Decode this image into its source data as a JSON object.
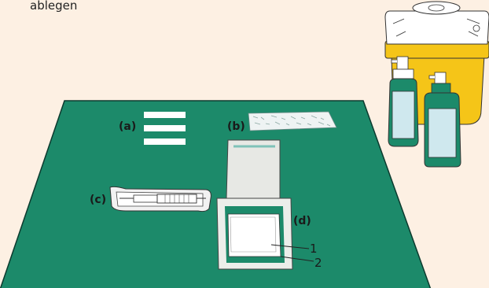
{
  "caption": "ablegen",
  "labels": {
    "a": "(a)",
    "b": "(b)",
    "c": "(c)",
    "d": "(d)",
    "n1": "1",
    "n2": "2"
  },
  "icons": {
    "tape": "adhesive-tape-strips-icon",
    "gauze": "gauze-pad-icon",
    "syringe": "syringe-in-packaging-icon",
    "dressing": "sterile-dressing-package-icon",
    "sharps": "sharps-container-icon",
    "bottle": "disinfectant-bottle-icon",
    "dispenser": "soap-dispenser-icon"
  },
  "colors": {
    "background": "#fdf0e3",
    "drape": "#1c8a6a",
    "container_yellow": "#f5c518",
    "bottle_teal": "#1c8a6a",
    "liquid": "#cfe8ee"
  }
}
